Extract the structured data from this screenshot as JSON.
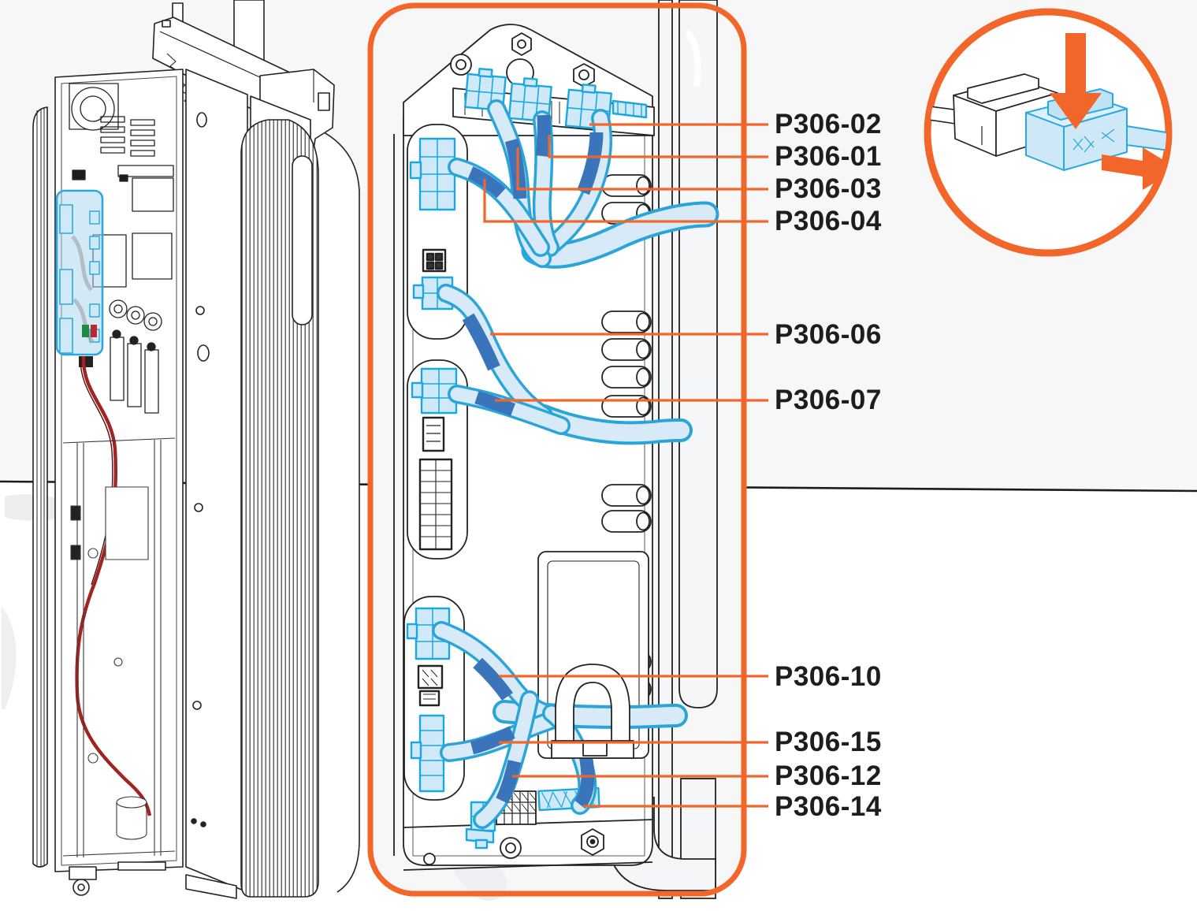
{
  "figure": {
    "labels": [
      "P306-02",
      "P306-01",
      "P306-03",
      "P306-04",
      "P306-06",
      "P306-07",
      "P306-10",
      "P306-15",
      "P306-12",
      "P306-14"
    ]
  },
  "labels": [
    "P306-02",
    "P306-01",
    "P306-03",
    "P306-04",
    "P306-06",
    "P306-07",
    "P306-10",
    "P306-15",
    "P306-12",
    "P306-14"
  ],
  "icons": {
    "press_arrow": "arrow-down-icon",
    "pull_arrow": "arrow-right-icon"
  },
  "colors": {
    "accent_orange": "#F2662A",
    "cable_fill_light_blue": "#D8EAF8",
    "cable_outline_blue": "#29A5DA",
    "tape_band_dark_blue": "#3A75BC",
    "connector_highlight_blue": "#CFE9F8",
    "line_art": "#232323",
    "label_text": "#1D1D1B",
    "background_upper": "#F7F7F7",
    "background_lower": "#FFFFFF"
  }
}
